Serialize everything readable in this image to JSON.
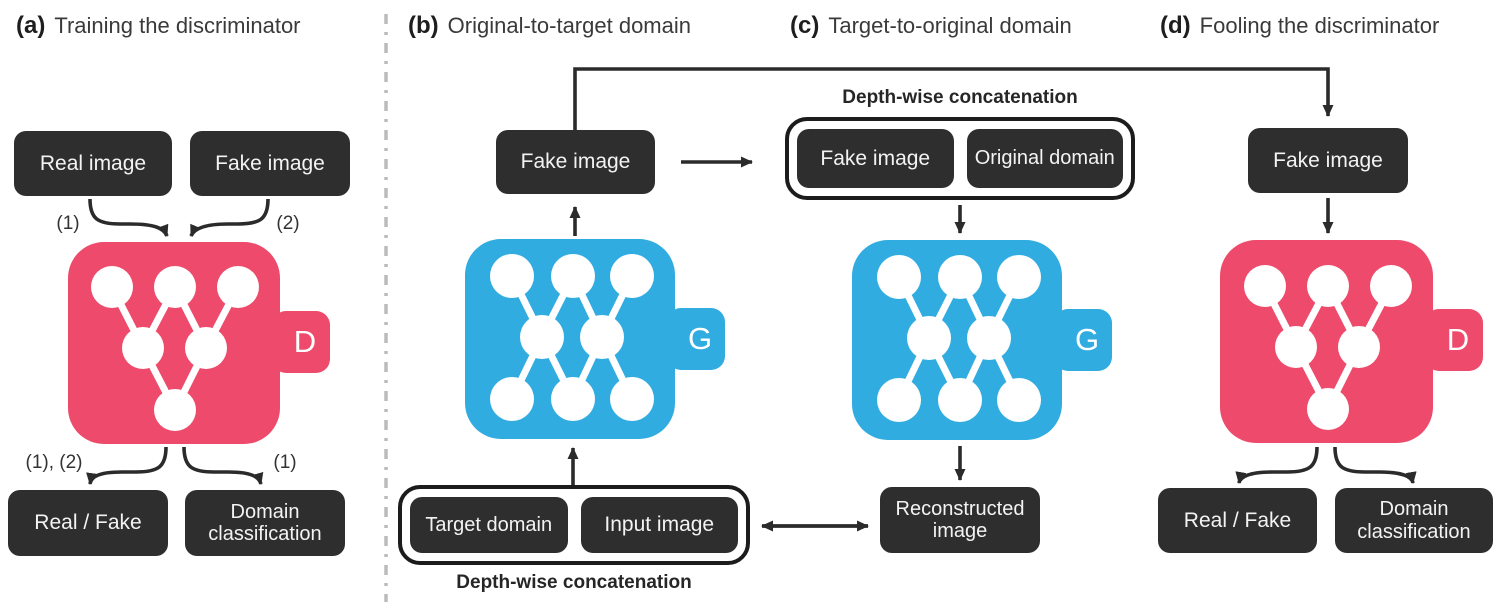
{
  "figure": {
    "type": "diagram",
    "description": "GAN training overview with discriminator D and generator G"
  },
  "colors": {
    "discriminator_pink": "#EE4A6B",
    "generator_blue": "#30ACE0",
    "box_dark": "#2E2E2E",
    "arrow_dark": "#2B2B2B",
    "divider_gray": "#BBBBBB"
  },
  "panel_a": {
    "tag": "(a)",
    "title": "Training the discriminator",
    "input_left": "Real image",
    "input_right": "Fake image",
    "label_in_left": "(1)",
    "label_in_right": "(2)",
    "label_out_left": "(1), (2)",
    "label_out_right": "(1)",
    "network_letter": "D",
    "output_left": "Real / Fake",
    "output_right": "Domain classification"
  },
  "panel_b": {
    "tag": "(b)",
    "title": "Original-to-target domain",
    "fake_image": "Fake image",
    "network_letter": "G",
    "concat_left": "Target domain",
    "concat_right": "Input image",
    "concat_caption": "Depth-wise concatenation"
  },
  "panel_c": {
    "tag": "(c)",
    "title": "Target-to-original domain",
    "concat_caption": "Depth-wise concatenation",
    "concat_left": "Fake image",
    "concat_right": "Original domain",
    "network_letter": "G",
    "output": "Reconstructed image"
  },
  "panel_d": {
    "tag": "(d)",
    "title": "Fooling the discriminator",
    "fake_image": "Fake image",
    "network_letter": "D",
    "output_left": "Real / Fake",
    "output_right": "Domain classification"
  }
}
